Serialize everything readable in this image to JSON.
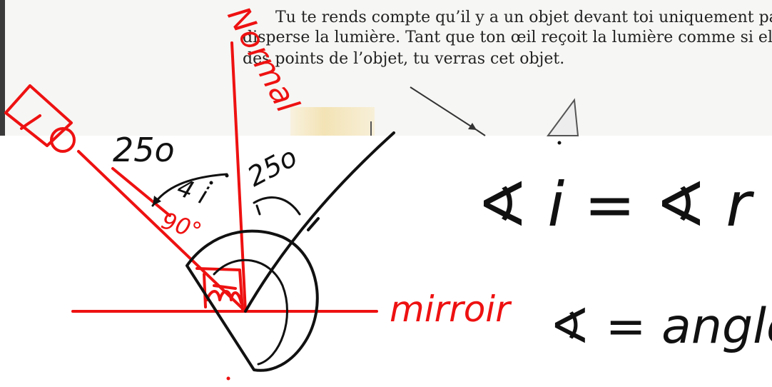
{
  "printed": {
    "line1": "Tu te rends compte qu’il y a un objet devant toi uniquement par",
    "line2": "disperse la lumière. Tant que ton œil reçoit la lumière comme si elle",
    "line3": "des points de l’objet, tu verras cet objet."
  },
  "handwriting": {
    "normal": "Normal",
    "angle_left": "25o",
    "angle_right": "25o",
    "incidence_label": "4 i",
    "right_angle_label": "90°",
    "mirror": "mirroir",
    "equation": "∢ i = ∢ r",
    "definition": "∢ = angle"
  },
  "colors": {
    "red_ink": "#ee1111",
    "black_ink": "#111111",
    "page": "#f6f6f4"
  }
}
